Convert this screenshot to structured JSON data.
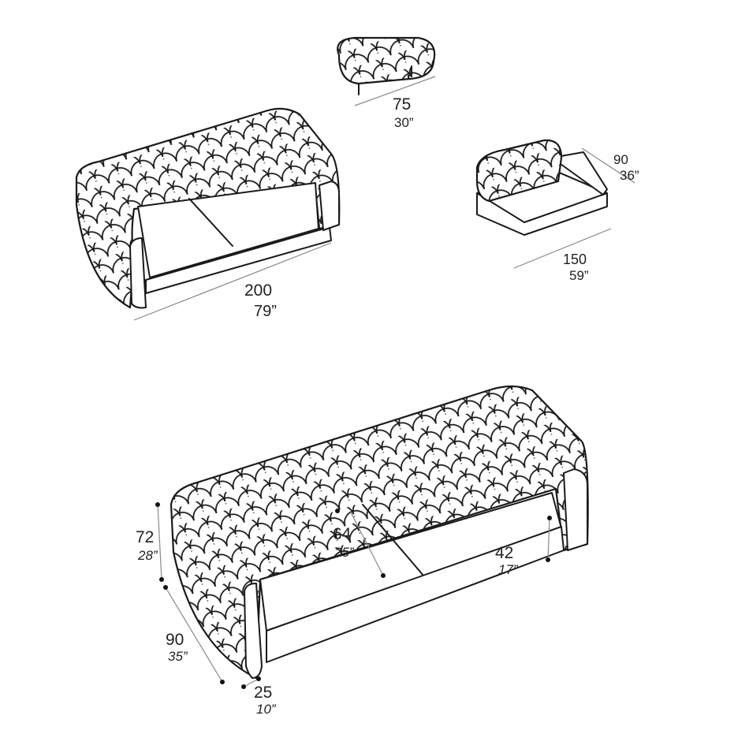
{
  "bench": {
    "cm": "75",
    "in": "30”"
  },
  "loveseat": {
    "cm": "200",
    "in": "79”"
  },
  "chaise": {
    "depth_cm": "90",
    "depth_in": "36”",
    "width_cm": "150",
    "width_in": "59”"
  },
  "sofa": {
    "height_cm": "72",
    "height_in": "28”",
    "seat_depth_cm": "64",
    "seat_depth_in": "25”",
    "seat_height_cm": "42",
    "seat_height_in": "17”",
    "depth_cm": "90",
    "depth_in": "35”",
    "arm_cm": "25",
    "arm_in": "10”"
  },
  "colors": {
    "line": "#1a1a1a",
    "dimension": "#888888",
    "background": "#ffffff"
  }
}
